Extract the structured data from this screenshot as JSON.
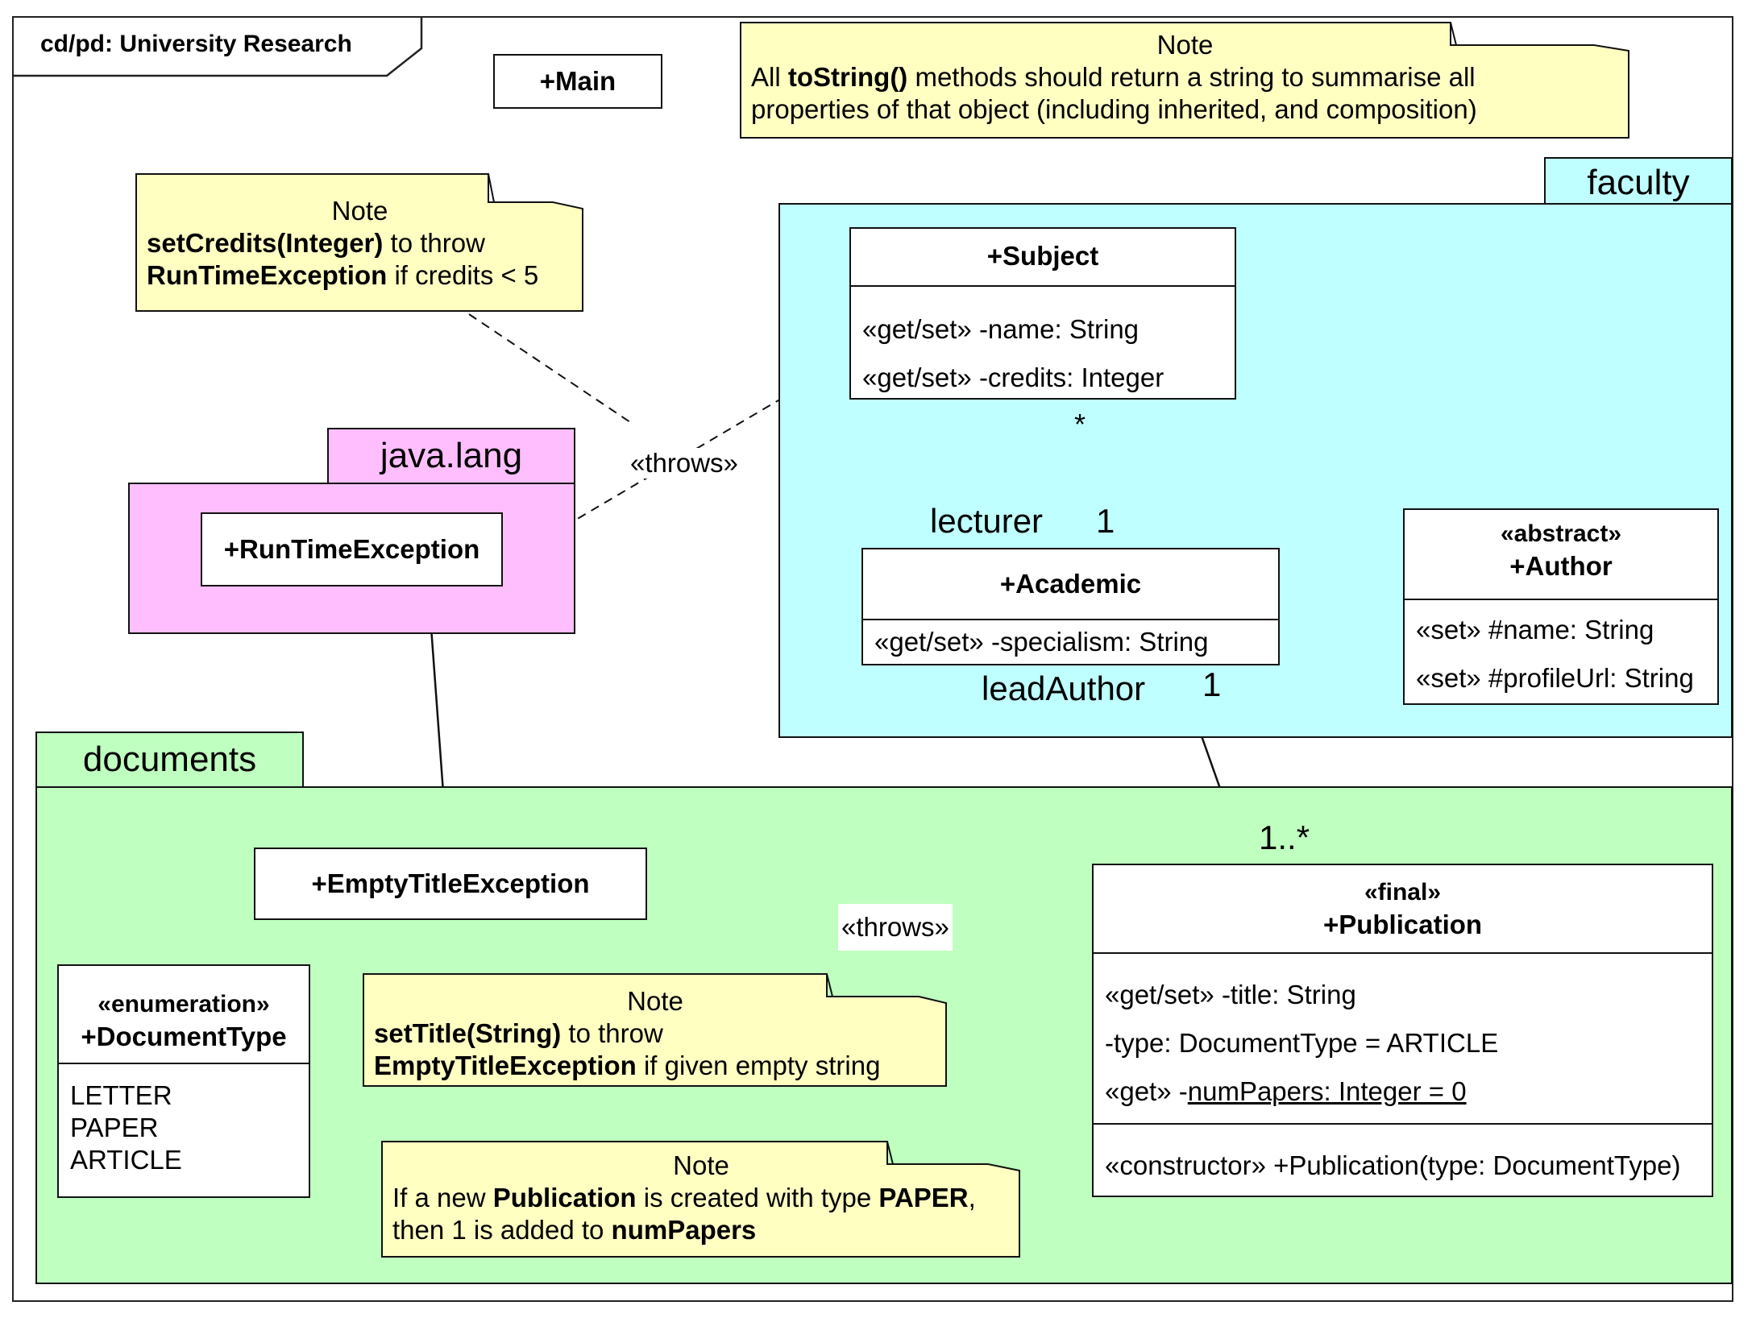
{
  "frame": {
    "label": "cd/pd: University Research"
  },
  "main_class": {
    "name": "+Main"
  },
  "notes": {
    "tostring": {
      "title": "Note",
      "line1": [
        "All ",
        "toString()",
        " methods should return a string to summarise all"
      ],
      "line2": "properties of that object (including inherited, and composition)"
    },
    "credits": {
      "title": "Note",
      "line1": [
        "setCredits(Integer)",
        " to throw"
      ],
      "line2": [
        "RunTimeException",
        " if credits < 5"
      ]
    },
    "title": {
      "title": "Note",
      "line1": [
        "setTitle(String)",
        " to throw"
      ],
      "line2": [
        "EmptyTitleException",
        " if given empty string"
      ]
    },
    "papers": {
      "title": "Note",
      "line1": [
        "If a new ",
        "Publication",
        " is created with type ",
        "PAPER",
        ","
      ],
      "line2": [
        "then 1 is added to ",
        "numPapers"
      ]
    }
  },
  "packages": {
    "java_lang": {
      "name": "java.lang",
      "fill": "#ffbfff"
    },
    "faculty": {
      "name": "faculty",
      "fill": "#bfffff"
    },
    "documents": {
      "name": "documents",
      "fill": "#bfffbf"
    }
  },
  "classes": {
    "runtime_exception": {
      "name": "+RunTimeException"
    },
    "subject": {
      "name": "+Subject",
      "attrs": [
        "«get/set» -name: String",
        "«get/set» -credits: Integer"
      ]
    },
    "academic": {
      "name": "+Academic",
      "attrs": [
        "«get/set» -specialism: String"
      ]
    },
    "author": {
      "stereotype": "«abstract»",
      "name": "+Author",
      "attrs": [
        "«set» #name: String",
        "«set» #profileUrl: String"
      ]
    },
    "empty_title_exception": {
      "name": "+EmptyTitleException"
    },
    "document_type": {
      "stereotype": "«enumeration»",
      "name": "+DocumentType",
      "literals": [
        "LETTER",
        "PAPER",
        "ARTICLE"
      ]
    },
    "publication": {
      "stereotype": "«final»",
      "name": "+Publication",
      "attrs": [
        "«get/set» -title: String",
        "-type: DocumentType = ARTICLE"
      ],
      "static_attr_prefix": "«get» -",
      "static_attr": "numPapers: Integer = 0",
      "operations": [
        "«constructor» +Publication(type: DocumentType)"
      ]
    }
  },
  "relations": {
    "throws_runtime": "«throws»",
    "throws_empty_title": "«throws»",
    "subject_academic": {
      "subject_mult": "*",
      "academic_role": "lecturer",
      "academic_mult": "1"
    },
    "academic_publication": {
      "academic_role": "leadAuthor",
      "academic_mult": "1",
      "publication_mult": "1..*"
    }
  }
}
